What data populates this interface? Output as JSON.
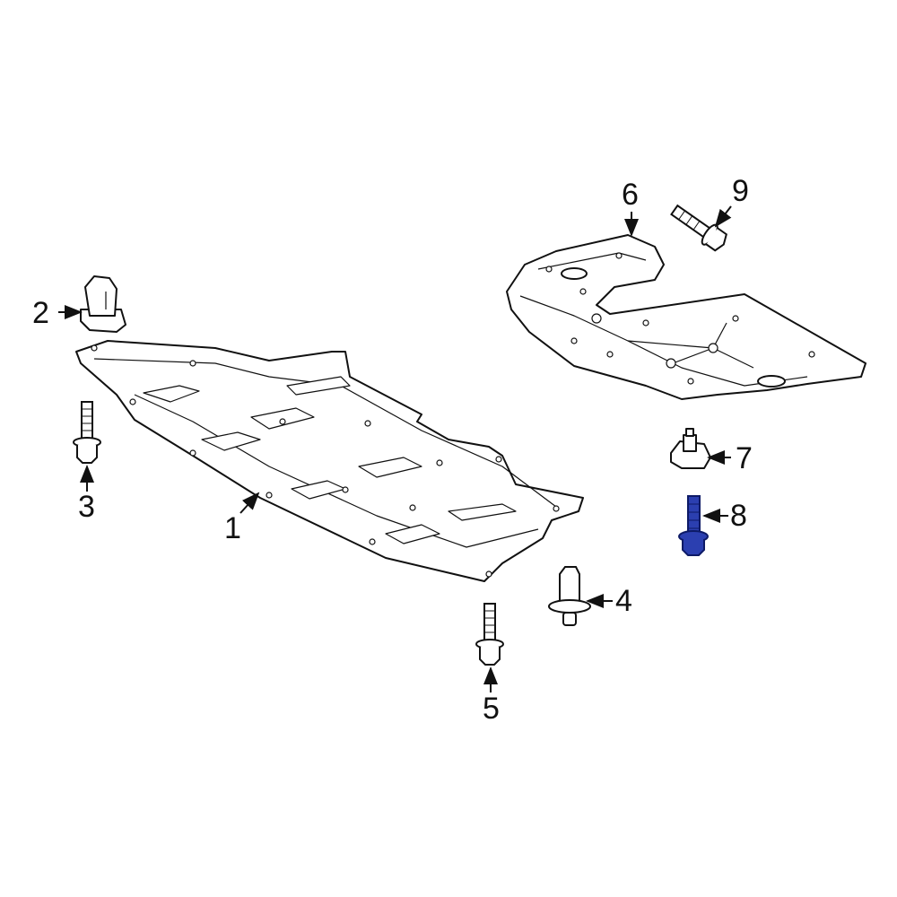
{
  "diagram": {
    "type": "exploded-parts-diagram",
    "highlight_color": "#2b3fb0",
    "line_color": "#111111",
    "callouts": [
      {
        "id": "1",
        "label": "1",
        "part": "lower-engine-cover"
      },
      {
        "id": "2",
        "label": "2",
        "part": "clip"
      },
      {
        "id": "3",
        "label": "3",
        "part": "bolt"
      },
      {
        "id": "4",
        "label": "4",
        "part": "push-retainer"
      },
      {
        "id": "5",
        "label": "5",
        "part": "bolt"
      },
      {
        "id": "6",
        "label": "6",
        "part": "rear-splash-shield"
      },
      {
        "id": "7",
        "label": "7",
        "part": "nut-clip"
      },
      {
        "id": "8",
        "label": "8",
        "part": "bolt-highlighted"
      },
      {
        "id": "9",
        "label": "9",
        "part": "bolt"
      }
    ]
  }
}
